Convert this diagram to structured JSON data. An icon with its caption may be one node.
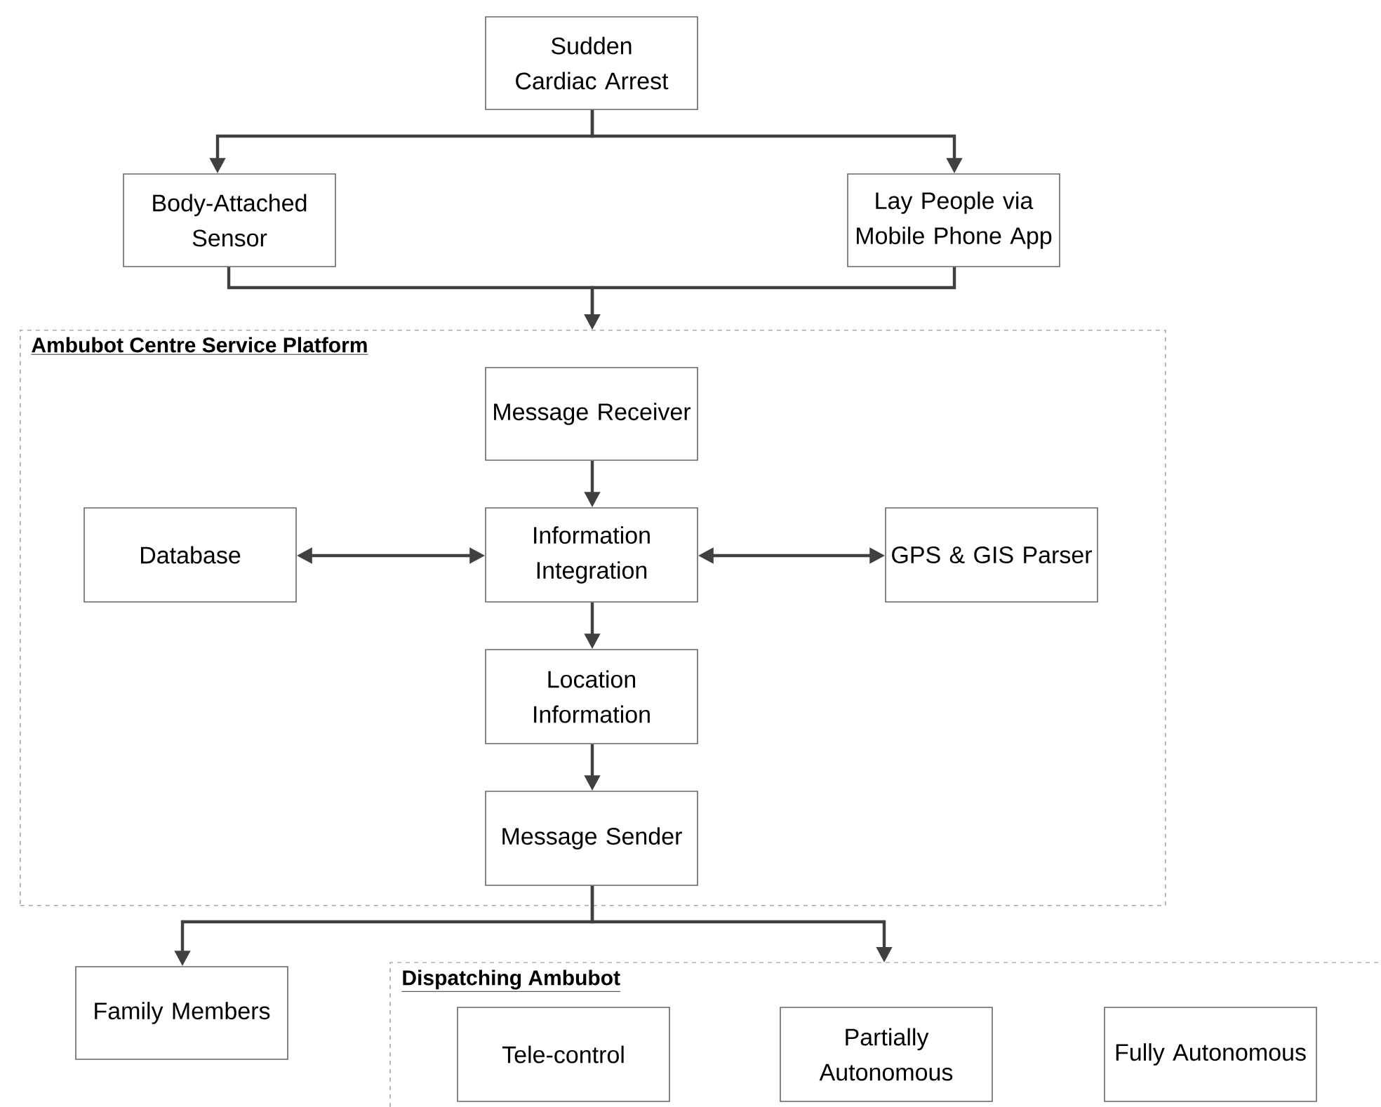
{
  "diagram": {
    "nodes": [
      {
        "text": [
          "Sudden Cardiac Arrest"
        ]
      },
      {
        "text": [
          "Body-Attached Sensor"
        ]
      },
      {
        "text": [
          "Lay People via Mobile Phone App"
        ]
      },
      {
        "text": [
          "Ambubot Centre Service Platform"
        ]
      },
      {
        "text": [
          "Message Receiver"
        ],
        "in": 3
      },
      {
        "text": [
          "Database"
        ],
        "in": 3
      },
      {
        "text": [
          "Information Integration"
        ],
        "in": 3
      },
      {
        "text": [
          "GPS & GIS Parser"
        ],
        "in": 3
      },
      {
        "text": [
          "Location Information"
        ],
        "in": 3
      },
      {
        "text": [
          "Message Sender"
        ],
        "in": 3
      },
      {
        "text": [
          "Family Members"
        ]
      },
      {
        "text": [
          "Dispatching Ambubot"
        ]
      },
      {
        "text": [
          "Tele-control"
        ],
        "in": 11
      },
      {
        "text": [
          "Partially Autonomous"
        ],
        "in": 11
      },
      {
        "text": [
          "Fully Autonomous"
        ],
        "in": 11
      }
    ],
    "edges": [
      {
        "from": 0,
        "to": 1,
        "arrow": "to"
      },
      {
        "from": 0,
        "to": 2,
        "arrow": "to"
      },
      {
        "from": 1,
        "to": 3,
        "arrow": "to"
      },
      {
        "from": 2,
        "to": 3,
        "arrow": "to"
      },
      {
        "from": 4,
        "to": 6,
        "arrow": "to"
      },
      {
        "from": 6,
        "to": 5,
        "arrow": "both"
      },
      {
        "from": 6,
        "to": 7,
        "arrow": "both"
      },
      {
        "from": 6,
        "to": 8,
        "arrow": "to"
      },
      {
        "from": 8,
        "to": 9,
        "arrow": "to"
      },
      {
        "from": 9,
        "to": 10,
        "arrow": "to"
      },
      {
        "from": 9,
        "to": 11,
        "arrow": "to"
      }
    ]
  }
}
